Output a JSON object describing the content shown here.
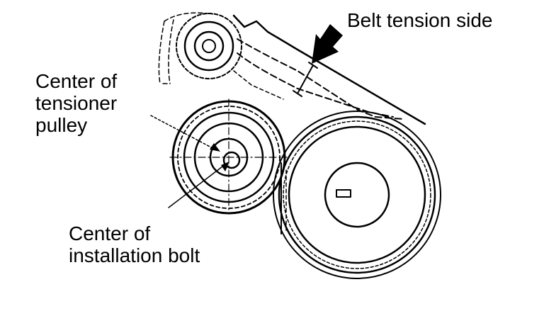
{
  "labels": {
    "belt_tension_side": "Belt tension side",
    "tensioner_center": [
      "Center of",
      "tensioner",
      "pulley"
    ],
    "bolt_center": [
      "Center of",
      "installation bolt"
    ]
  },
  "colors": {
    "ink": "#000000",
    "background": "#ffffff"
  }
}
